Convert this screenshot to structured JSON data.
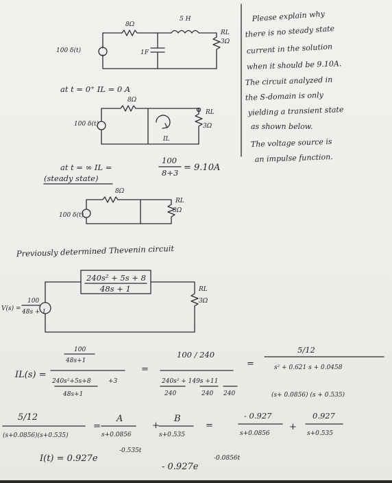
{
  "circuit1": {
    "inductor": "5 H",
    "resistor_top": "8Ω",
    "source": "100 δ(t)",
    "capacitor": "1F",
    "load_name": "RL",
    "load_value": "3Ω"
  },
  "note_lines": [
    "Please explain why",
    "there is no steady state",
    "current in the solution",
    "when it should be 9.10A.",
    "The circuit analyzed in",
    "the S-domain is only",
    "yielding a transient state",
    "as shown below.",
    "The voltage source is",
    "an impulse function."
  ],
  "t0": {
    "heading": "at t = 0⁺   IL = 0 A",
    "resistor": "8Ω",
    "source": "100 δ(t)",
    "current": "IL",
    "load_name": "RL",
    "load_value": "3Ω"
  },
  "tinf": {
    "line_left": "at t = ∞   IL =",
    "num": "100",
    "den": "8+3",
    "result": "= 9.10A",
    "subtitle": "(steady state)",
    "resistor": "8Ω",
    "source": "100 δ(t)",
    "load_name": "RL",
    "load_value": "3Ω"
  },
  "thevenin": {
    "title": "Previously determined Thevenin circuit",
    "z_num": "240s² + 5s + 8",
    "z_den": "48s + 1",
    "v_label": "V(s) =",
    "v_num": "100",
    "v_den": "48s + 1",
    "load_name": "RL",
    "load_value": "3Ω"
  },
  "eq1": {
    "lhs": "IL(s) =",
    "n1": "100",
    "n2": "48s+1",
    "d1": "240s²+5s+8",
    "d1b": "+3",
    "d2": "48s+1",
    "eq": "=",
    "m_num": "100 / 240",
    "m_den": "240s² + 149s +11",
    "m_den2a": "240",
    "m_den2b": "240",
    "m_den2c": "240",
    "eq2": "=",
    "r_num": "5/12",
    "r_den1": "s² + 0.621 s + 0.0458",
    "r_den2": "(s+ 0.0856) (s + 0.535)"
  },
  "eq2": {
    "num": "5/12",
    "den": "(s+0.0856)(s+0.535)",
    "eq": "=",
    "A": "A",
    "A_den": "s+0.0856",
    "plus": "+",
    "B": "B",
    "B_den": "s+0.535",
    "eq2": "=",
    "c1": "- 0.927",
    "c1_den": "s+0.0856",
    "plus2": "+",
    "c2": "0.927",
    "c2_den": "s+0.535"
  },
  "eq3": {
    "lhs": "I(t) = 0.927e",
    "exp1": "-0.535t",
    "mid": "- 0.927e",
    "exp2": "-0.0856t"
  }
}
